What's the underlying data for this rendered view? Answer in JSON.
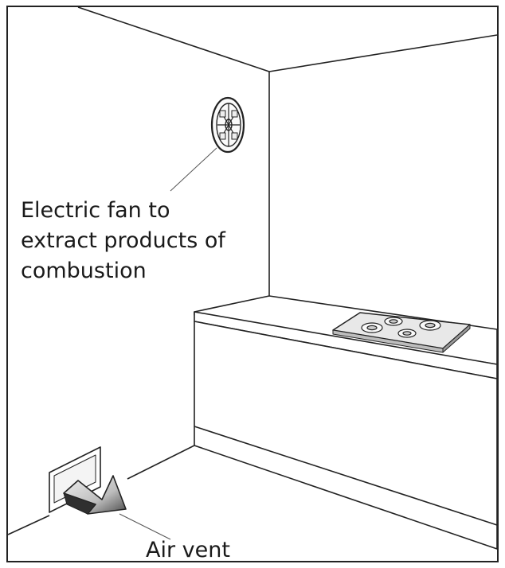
{
  "labels": {
    "fan_line1": "Electric fan to",
    "fan_line2": "extract products of",
    "fan_line3": "combustion",
    "air_vent": "Air vent"
  },
  "colors": {
    "line": "#222222",
    "background": "#ffffff",
    "arrow_light": "#e6e6e6",
    "arrow_dark": "#555555"
  }
}
